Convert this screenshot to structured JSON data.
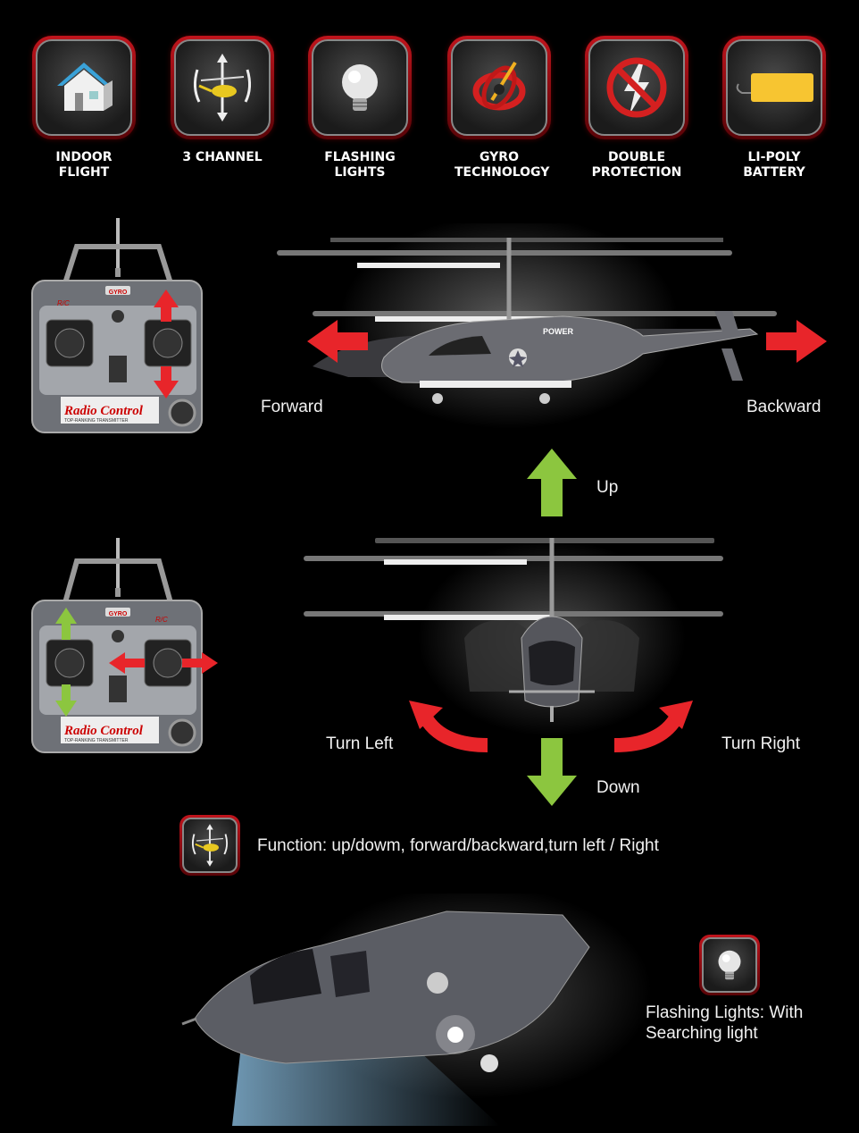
{
  "features": [
    {
      "label": "INDOOR FLIGHT",
      "icon": "house-icon"
    },
    {
      "label": "3 CHANNEL",
      "icon": "helicopter-arrows-icon"
    },
    {
      "label": "FLASHING LIGHTS",
      "icon": "light-bulb-icon"
    },
    {
      "label": "GYRO TECHNOLOGY",
      "icon": "gyro-icon"
    },
    {
      "label": "DOUBLE PROTECTION",
      "icon": "no-lightning-icon"
    },
    {
      "label": "LI-POLY BATTERY",
      "icon": "battery-icon"
    }
  ],
  "remote": {
    "brand": "Radio Control",
    "subtitle": "TOP-RANKING TRANSMITTER",
    "gyro": "GYRO",
    "rc": "R/C"
  },
  "directions": {
    "forward": "Forward",
    "backward": "Backward",
    "up": "Up",
    "down": "Down",
    "turn_left": "Turn Left",
    "turn_right": "Turn Right"
  },
  "helicopter_text": {
    "power": "POWER"
  },
  "function_text": "Function: up/dowm, forward/backward,turn left / Right",
  "lights_text_line1": "Flashing Lights: With",
  "lights_text_line2": "Searching light",
  "colors": {
    "badge_red": "#c0141c",
    "arrow_red": "#e8252a",
    "arrow_green": "#8cc63f",
    "battery_yellow": "#f7c531"
  }
}
